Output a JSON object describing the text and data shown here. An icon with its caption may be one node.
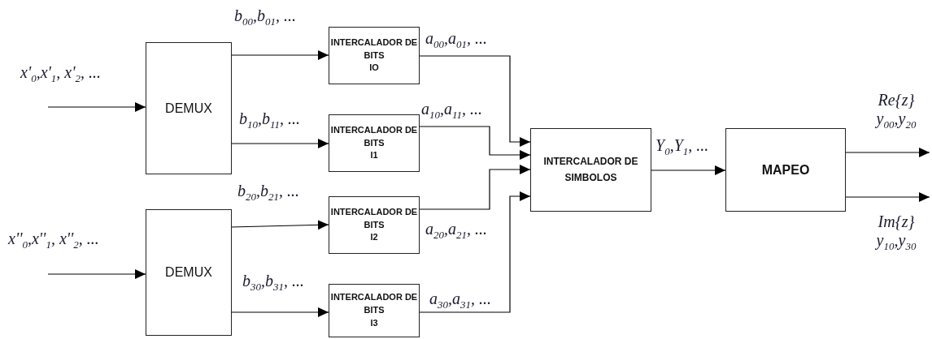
{
  "diagram": {
    "nodes": [
      {
        "text": [
          "DEMUX"
        ]
      },
      {
        "text": [
          "INTERCALADOR DE BITS",
          "IO"
        ]
      },
      {
        "text": [
          "INTERCALADOR DE BITS",
          "I1"
        ]
      },
      {
        "text": [
          "DEMUX"
        ]
      },
      {
        "text": [
          "INTERCALADOR DE BITS",
          "I2"
        ]
      },
      {
        "text": [
          "INTERCALADOR DE BITS",
          "I3"
        ]
      },
      {
        "text": [
          "INTERCALADOR DE SIMBOLOS"
        ]
      },
      {
        "text": [
          "MAPEO"
        ]
      }
    ],
    "edges": [
      {
        "from": null,
        "to": 0,
        "arrow": "to",
        "label": "x'$_{0}$,x'$_{1}$, x'$_{2}$, ..."
      },
      {
        "from": 0,
        "to": 1,
        "arrow": "to",
        "label": "b$_{00}$,b$_{01}$, ..."
      },
      {
        "from": 0,
        "to": 2,
        "arrow": "to",
        "label": "b$_{10}$,b$_{11}$, ..."
      },
      {
        "from": null,
        "to": 3,
        "arrow": "to",
        "label": "x''$_{0}$,x''$_{1}$, x''$_{2}$, ..."
      },
      {
        "from": 3,
        "to": 4,
        "arrow": "to",
        "label": "b$_{20}$,b$_{21}$, ..."
      },
      {
        "from": 3,
        "to": 5,
        "arrow": "to",
        "label": "b$_{30}$,b$_{31}$, ..."
      },
      {
        "from": 1,
        "to": 6,
        "arrow": "to",
        "label": "a$_{00}$,a$_{01}$, ..."
      },
      {
        "from": 2,
        "to": 6,
        "arrow": "to",
        "label": "a$_{10}$,a$_{11}$, ..."
      },
      {
        "from": 4,
        "to": 6,
        "arrow": "to",
        "label": "a$_{20}$,a$_{21}$, ..."
      },
      {
        "from": 5,
        "to": 6,
        "arrow": "to",
        "label": "a$_{30}$,a$_{31}$, ..."
      },
      {
        "from": 6,
        "to": 7,
        "arrow": "to",
        "label": "Y$_{0}$,Y$_{1}$, ..."
      },
      {
        "from": 7,
        "to": null,
        "arrow": "to",
        "label": "Re{z} y$_{00}$,y$_{20}$"
      },
      {
        "from": 7,
        "to": null,
        "arrow": "to",
        "label": "Im{z} y$_{10}$,y$_{30}$"
      }
    ]
  }
}
